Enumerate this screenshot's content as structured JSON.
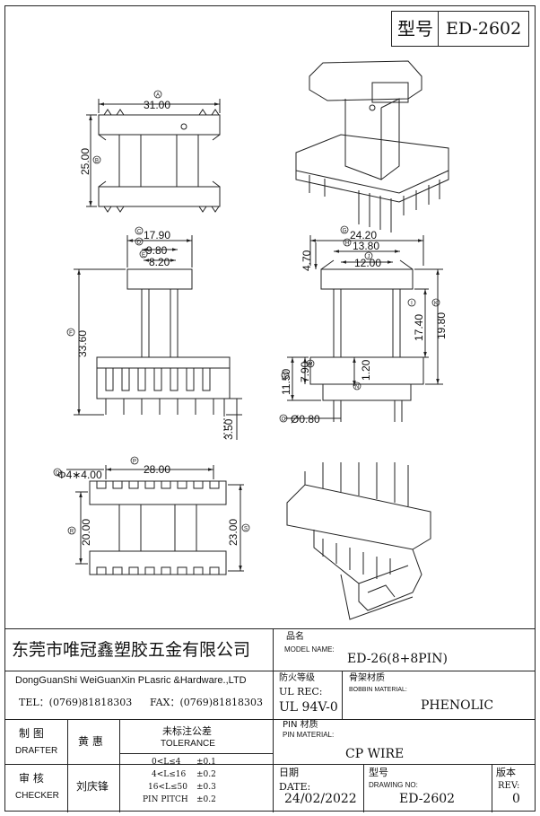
{
  "header": {
    "model_label": "型号",
    "model_value": "ED-2602"
  },
  "dimensions": {
    "top_view": {
      "A": "31.00",
      "B": "25.00"
    },
    "side_view": {
      "C": "17.90",
      "D": "9.80",
      "E": "8.20",
      "F": "33.60",
      "pin_len": "3.50"
    },
    "front_view": {
      "G": "24.20",
      "H": "13.80",
      "J": "12.00",
      "h470": "4.70",
      "I": "17.40",
      "K": "19.80",
      "L": "11.50",
      "M": "7.90",
      "N": "1.20",
      "O": "Ø0.80"
    },
    "bottom_view": {
      "P": "28.00",
      "pitch": "Φ4∗4.00",
      "R": "20.00",
      "S": "23.00"
    },
    "markers": [
      "A",
      "B",
      "C",
      "D",
      "E",
      "F",
      "G",
      "H",
      "I",
      "J",
      "K",
      "L",
      "M",
      "N",
      "O",
      "P",
      "Q",
      "R",
      "S"
    ]
  },
  "title_block": {
    "company_cn": "东莞市唯冠鑫塑胶五金有限公司",
    "company_en": "DongGuanShi WeiGuanXin PLasric &Hardware.,LTD",
    "tel": "TEL：(0769)81818303",
    "fax": "FAX：(0769)81818303",
    "product_name_cn": "品名",
    "model_name_label": "MODEL NAME:",
    "model_name_value": "ED-26(8+8PIN)",
    "fire_cn": "防火等级",
    "ul_rec_label": "UL REC:",
    "ul_rec_value": "UL 94V-0",
    "bobbin_cn": "骨架材质",
    "bobbin_label": "BOBBIN MATERIAL:",
    "bobbin_value": "PHENOLIC",
    "pin_cn": "PIN 材质",
    "pin_label": "PIN MATERIAL:",
    "pin_value": "CP WIRE",
    "drafter_cn": "制 图",
    "drafter_en": "DRAFTER",
    "drafter_name": "黄 惠",
    "checker_cn": "审 核",
    "checker_en": "CHECKER",
    "checker_name": "刘庆锋",
    "tolerance_cn": "未标注公差",
    "tolerance_en": "TOLERANCE",
    "tolerances": [
      {
        "range": "0<L≤4",
        "value": "±0.1"
      },
      {
        "range": "4<L≤16",
        "value": "±0.2"
      },
      {
        "range": "16<L≤50",
        "value": "±0.3"
      },
      {
        "range": "PIN PITCH",
        "value": "±0.2"
      }
    ],
    "date_cn": "日期",
    "date_label": "DATE:",
    "date_value": "24/02/2022",
    "drawing_cn": "型号",
    "drawing_label": "DRAWING NO:",
    "drawing_value": "ED-2602",
    "rev_cn": "版本",
    "rev_label": "REV:",
    "rev_value": "0"
  }
}
